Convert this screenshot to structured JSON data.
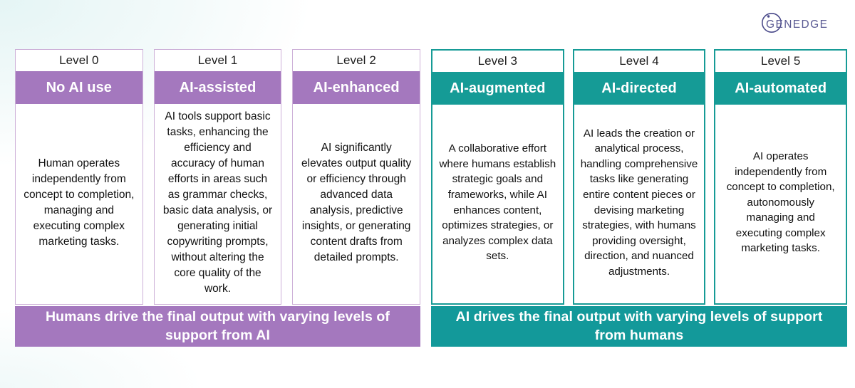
{
  "logo": {
    "name": "genedge-logo",
    "text": "GENEDGE",
    "mark": "circle-arc-mark",
    "color": "#4a4a8a"
  },
  "colors": {
    "purple": "#a478be",
    "purple_border": "#cdb0d8",
    "teal": "#159b96",
    "teal_banner": "#13999a",
    "card_bg": "#ffffff",
    "text": "#111111",
    "page_bg": "#ffffff"
  },
  "groups": [
    {
      "id": "humans-drive",
      "accent": "#a478be",
      "banner": "Humans drive the final output with varying levels of support from AI",
      "cards": [
        {
          "level": "Level 0",
          "title": "No AI use",
          "body": "Human operates independently from concept to completion, managing and executing complex marketing tasks."
        },
        {
          "level": "Level 1",
          "title": "AI-assisted",
          "body": "AI tools support basic tasks, enhancing the efficiency and accuracy of human efforts in areas such as grammar checks, basic data analysis, or generating initial copywriting prompts, without altering the core quality of the work."
        },
        {
          "level": "Level 2",
          "title": "AI-enhanced",
          "body": "AI significantly elevates output quality or efficiency through advanced data analysis, predictive insights, or generating content drafts from detailed prompts."
        }
      ]
    },
    {
      "id": "ai-drives",
      "accent": "#159b96",
      "banner": "AI drives the final output with varying levels of support from humans",
      "cards": [
        {
          "level": "Level 3",
          "title": "AI-augmented",
          "body": "A collaborative effort where humans establish strategic goals and frameworks, while AI enhances content, optimizes strategies, or analyzes complex data sets."
        },
        {
          "level": "Level 4",
          "title": "AI-directed",
          "body": "AI leads the creation or analytical process, handling comprehensive tasks like generating entire content pieces or devising marketing strategies, with humans providing oversight, direction, and nuanced adjustments."
        },
        {
          "level": "Level 5",
          "title": "AI-automated",
          "body": "AI operates independently from concept to completion, autonomously managing and executing complex marketing tasks."
        }
      ]
    }
  ]
}
